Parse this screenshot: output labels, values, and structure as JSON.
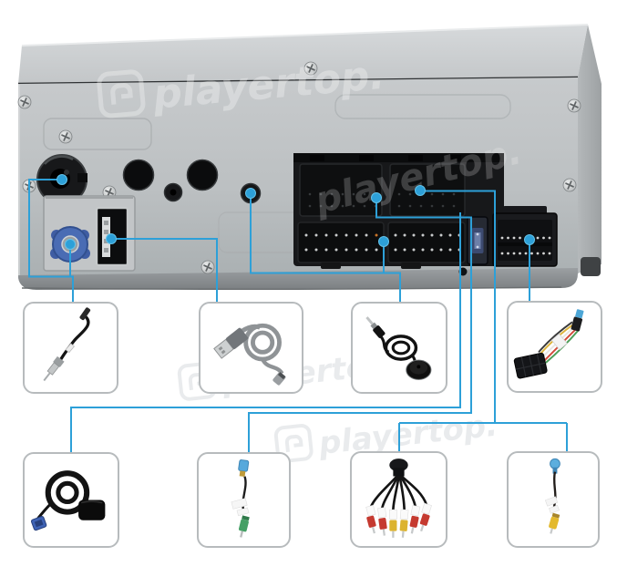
{
  "watermark": {
    "text": "playertop.",
    "logo_name": "playertop-logo"
  },
  "colors": {
    "accent": "#2da0d8",
    "background": "#ffffff",
    "chassis_top": "#cfd2d4",
    "chassis_front": "#bcc0c2",
    "chassis_bottom_edge": "#85898c",
    "connector_black": "#141516",
    "fakra_blue": "#4a6cb4",
    "fuse_blue": "#6d7fa8",
    "card_border": "#b7bbbd",
    "rca_red": "#c53a30",
    "rca_yellow": "#dcb32e",
    "plug_green": "#45a065",
    "watermark_on_metal": "#ffffff",
    "watermark_on_white": "#c7ccd0"
  },
  "rear_panel": {
    "name": "Car stereo rear panel",
    "ports": [
      {
        "id": "radio-antenna-jack",
        "name": "Radio antenna jack (DIN)"
      },
      {
        "id": "gps-fakra-connector",
        "name": "GPS antenna connector (Fakra)"
      },
      {
        "id": "usb-port",
        "name": "USB port"
      },
      {
        "id": "aux-jack",
        "name": "AUX jack"
      },
      {
        "id": "microphone-jack",
        "name": "Microphone jack"
      },
      {
        "id": "iso-harness-block",
        "name": "ISO harness socket block"
      },
      {
        "id": "iso-socket-a",
        "name": "ISO socket A (upper)"
      },
      {
        "id": "iso-socket-b",
        "name": "ISO socket B (upper right)"
      },
      {
        "id": "iso-socket-c",
        "name": "ISO socket C (lower)"
      },
      {
        "id": "fuse-holder",
        "name": "Fuse holder"
      },
      {
        "id": "main-power-connector",
        "name": "Main power connector (20-pin)"
      }
    ]
  },
  "accessories": [
    {
      "id": "antenna-adapter-cable",
      "name": "Radio antenna adapter cable"
    },
    {
      "id": "usb-extension-cable",
      "name": "USB extension cable"
    },
    {
      "id": "external-microphone",
      "name": "External microphone"
    },
    {
      "id": "wiring-harness",
      "name": "Power wiring harness"
    },
    {
      "id": "gps-antenna",
      "name": "GPS antenna"
    },
    {
      "id": "camera-video-cable",
      "name": "Camera video cable"
    },
    {
      "id": "rca-av-cable",
      "name": "RCA AV splitter cable"
    },
    {
      "id": "video-input-cable",
      "name": "Video RCA cable"
    }
  ],
  "connections": [
    {
      "from": [
        "radio-antenna-jack",
        "gps-fakra-connector"
      ],
      "to": [
        "antenna-adapter-cable"
      ]
    },
    {
      "from": [
        "usb-port"
      ],
      "to": [
        "usb-extension-cable"
      ]
    },
    {
      "from": [
        "microphone-jack",
        "iso-socket-c"
      ],
      "to": [
        "external-microphone"
      ]
    },
    {
      "from": [
        "main-power-connector"
      ],
      "to": [
        "wiring-harness"
      ]
    },
    {
      "from": [
        "fuse-holder"
      ],
      "to": [
        "gps-antenna"
      ]
    },
    {
      "from": [
        "iso-socket-a"
      ],
      "to": [
        "camera-video-cable"
      ]
    },
    {
      "from": [
        "iso-socket-b"
      ],
      "to": [
        "rca-av-cable",
        "video-input-cable"
      ]
    }
  ]
}
